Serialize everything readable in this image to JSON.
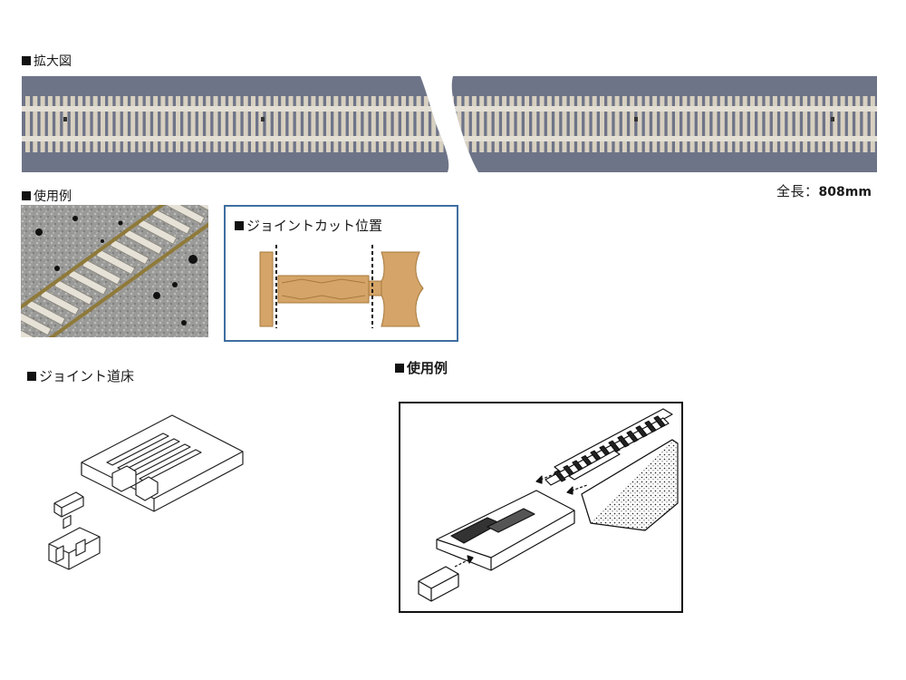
{
  "sections": {
    "zoom_label": "拡大図",
    "example1_label": "使用例",
    "joint_cut_label": "ジョイントカット位置",
    "joint_bed_label": "ジョイント道床",
    "example2_label": "使用例"
  },
  "track": {
    "length_label": "全長：",
    "length_value": "808mm"
  },
  "colors": {
    "track_background": "#6e7488",
    "tie_color": "#d8d0c0",
    "rail_color": "#e4dfd4",
    "frame_blue": "#3f6ea0",
    "tan_part": "#d4a468"
  }
}
